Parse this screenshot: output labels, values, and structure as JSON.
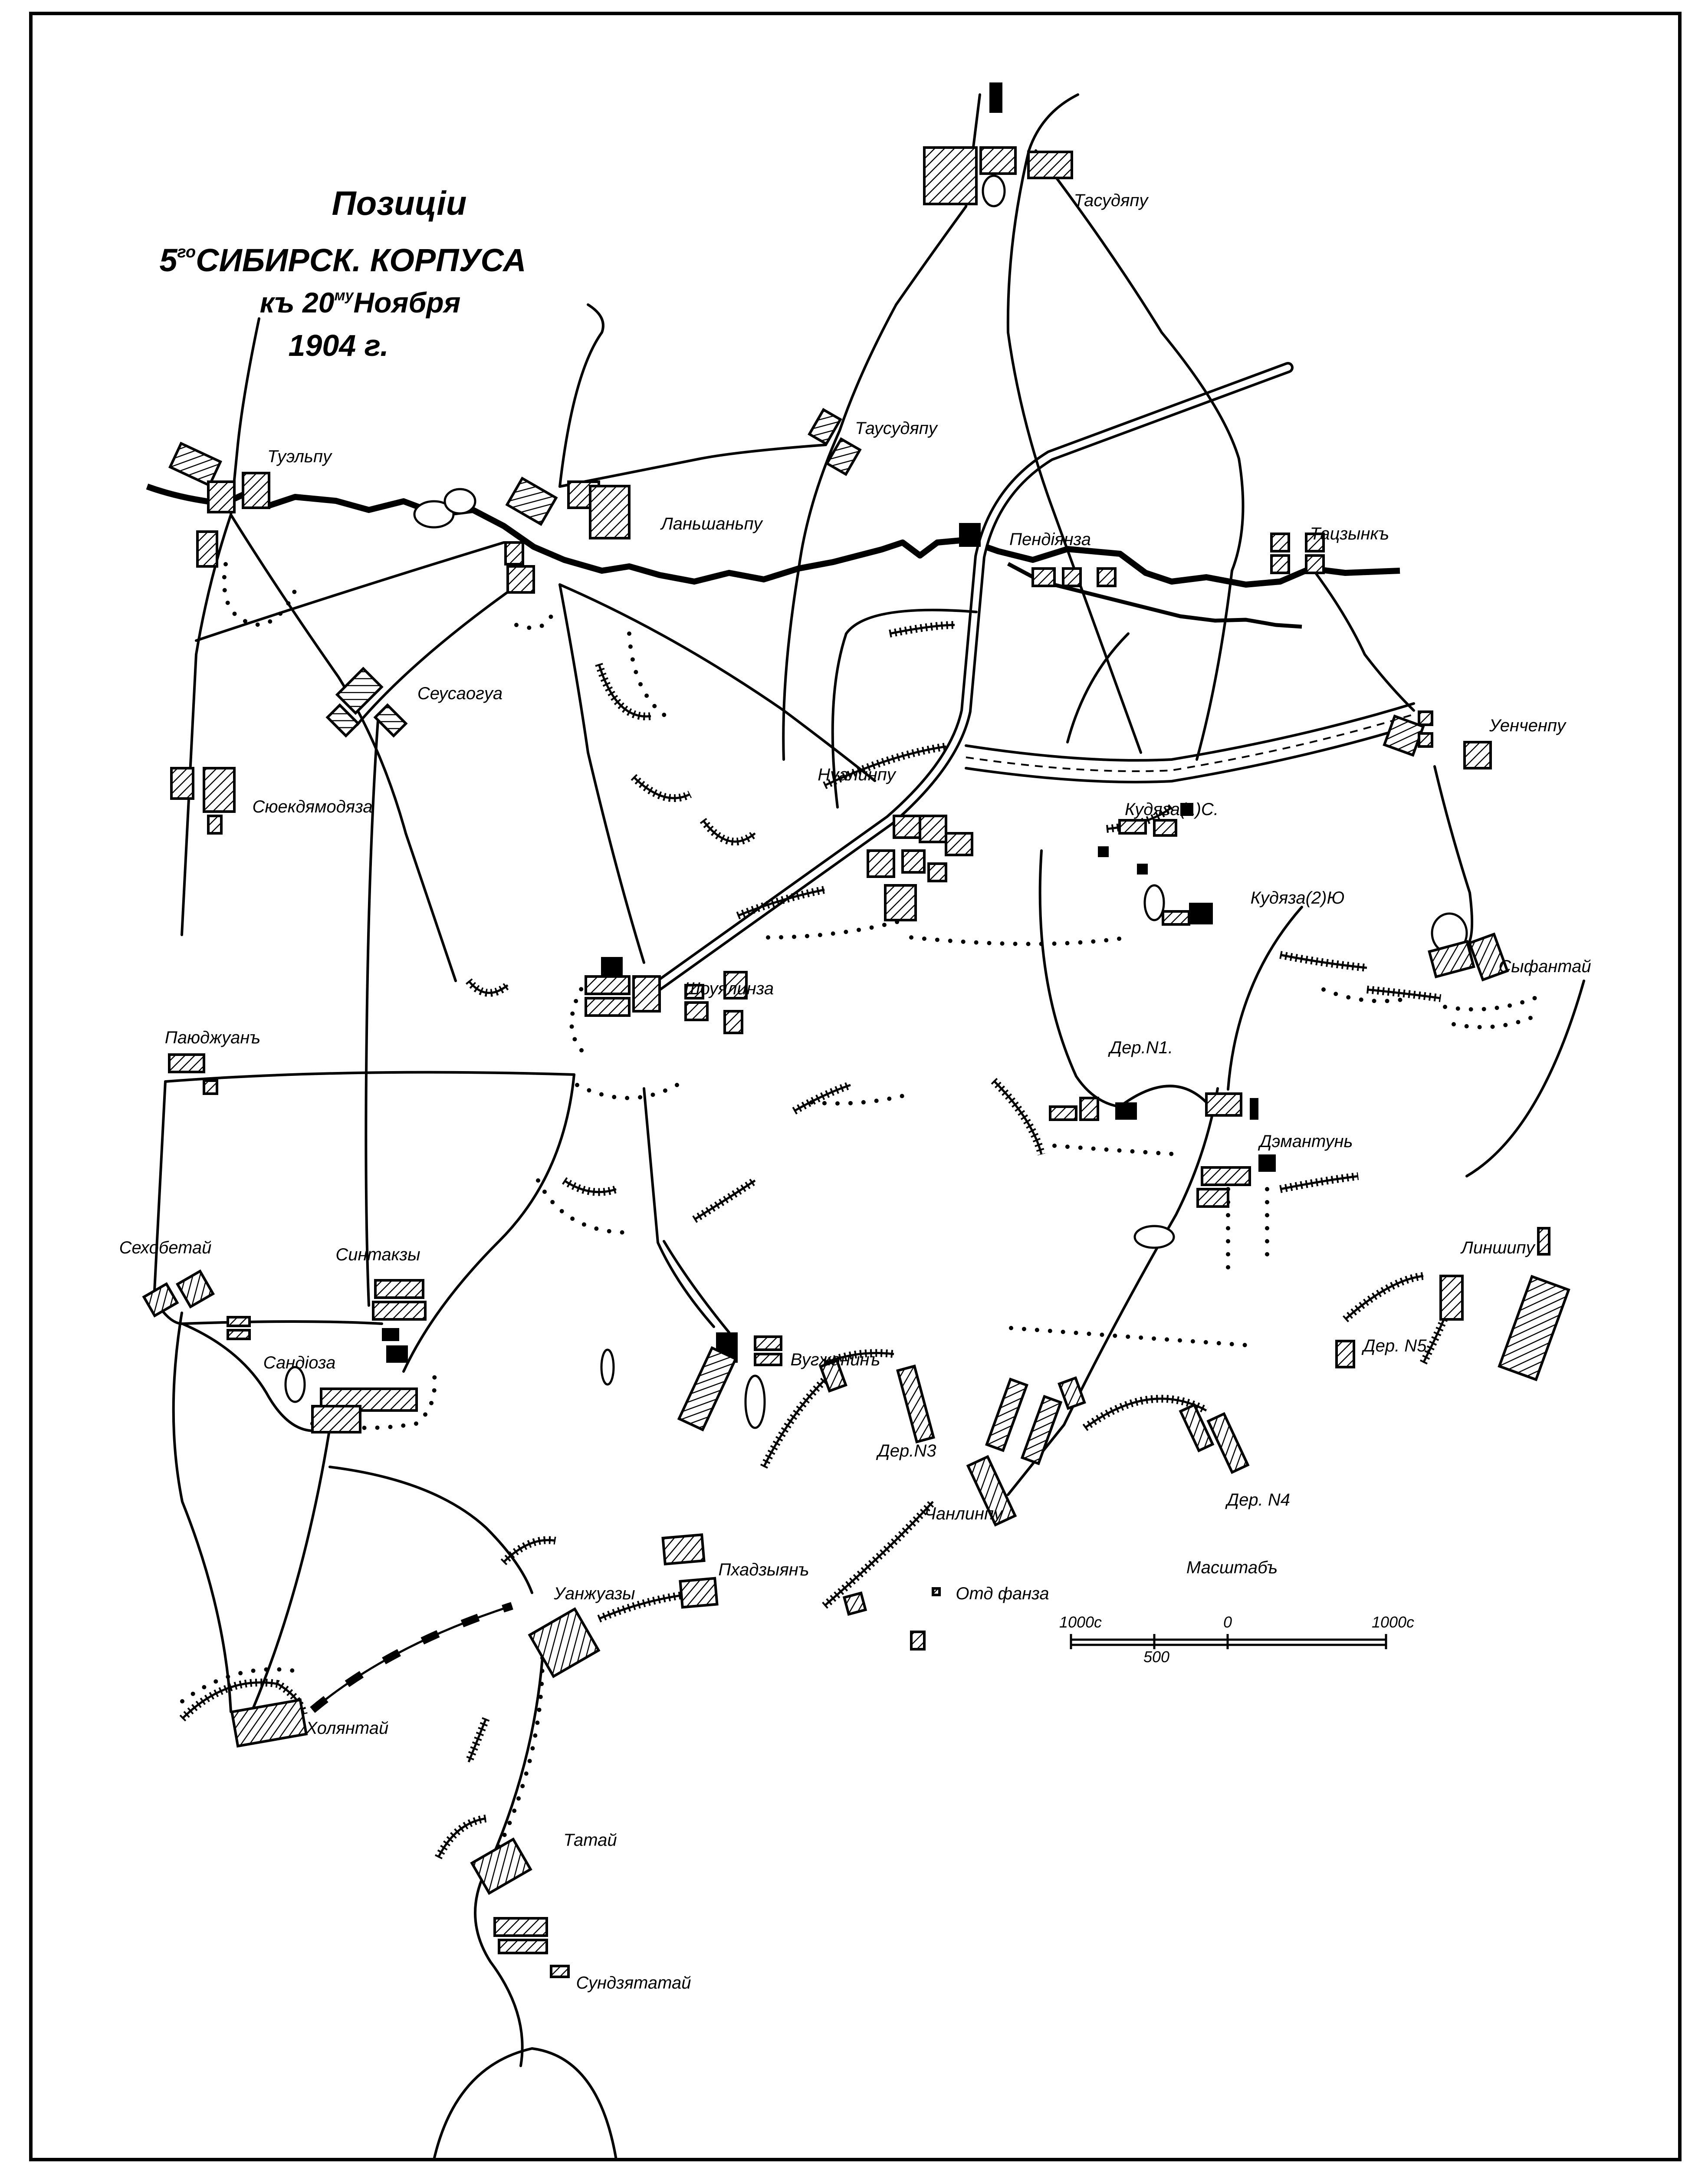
{
  "title": {
    "line1": "Позиціи",
    "line2_num": "5",
    "line2_sup": "го",
    "line2_text": "СИБИРСК. КОРПУСА",
    "line3_pre": "къ 20",
    "line3_sup": "му",
    "line3_text": "Ноября",
    "line4": "1904 г."
  },
  "labels": [
    "Тасудяпу",
    "Таусудяпу",
    "Туэльпу",
    "Ланьшаньпу",
    "Пендіянза",
    "Тацзынкъ",
    "Сеусаогуа",
    "Сюекдямодяза",
    "Нуалинпу",
    "Уенченпу",
    "Кудяза(1)С.",
    "Кудяза(2)Ю",
    "Сыфантай",
    "Шоуялинза",
    "Паюджуанъ",
    "Дер.N1.",
    "Дэмантунь",
    "Сехобетай",
    "Синтакзы",
    "Сандіоза",
    "Вугжанинъ",
    "Линшипу",
    "Дер. N5.",
    "Дер.N3",
    "Дер. N4",
    "Чанлинпу",
    "Пхадзыянъ",
    "Отд фанза",
    "Уанжуазы",
    "Холянтай",
    "Татай",
    "Сундзятатай"
  ],
  "scale": {
    "title": "Масштабъ",
    "left": "1000с",
    "zero": "0",
    "right": "1000с",
    "mid": "500"
  },
  "colors": {
    "ink": "#000000",
    "paper": "#ffffff"
  }
}
